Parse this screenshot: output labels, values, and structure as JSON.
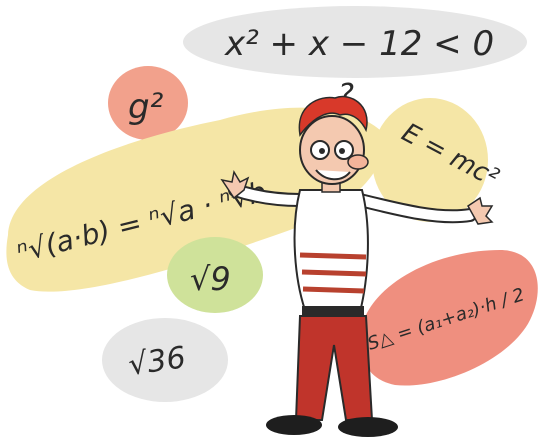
{
  "formulas": {
    "quadratic": "x² + x − 12 < 0",
    "g_squared": "g²",
    "nth_root_product": "ⁿ√(a·b) = ⁿ√a · ⁿ√b",
    "energy": "E = mc²",
    "sqrt_nine": "√9",
    "sqrt_36": "√36",
    "area_trapezoid": "S△ = (a₁+a₂)·h / 2"
  },
  "question_mark": "?",
  "colors": {
    "grey_blob": "#e6e6e6",
    "salmon_blob": "#f2a18c",
    "yellow_blob": "#f5e6a6",
    "green_blob": "#cfe29a",
    "red_blob": "#ef8f7f",
    "hair": "#d8392a",
    "pants": "#c0342b",
    "shirt_stripe": "#b8412e",
    "skin": "#f4c9b0",
    "ink": "#2a2a2a"
  },
  "icons": {
    "character": "cartoon-professor"
  }
}
